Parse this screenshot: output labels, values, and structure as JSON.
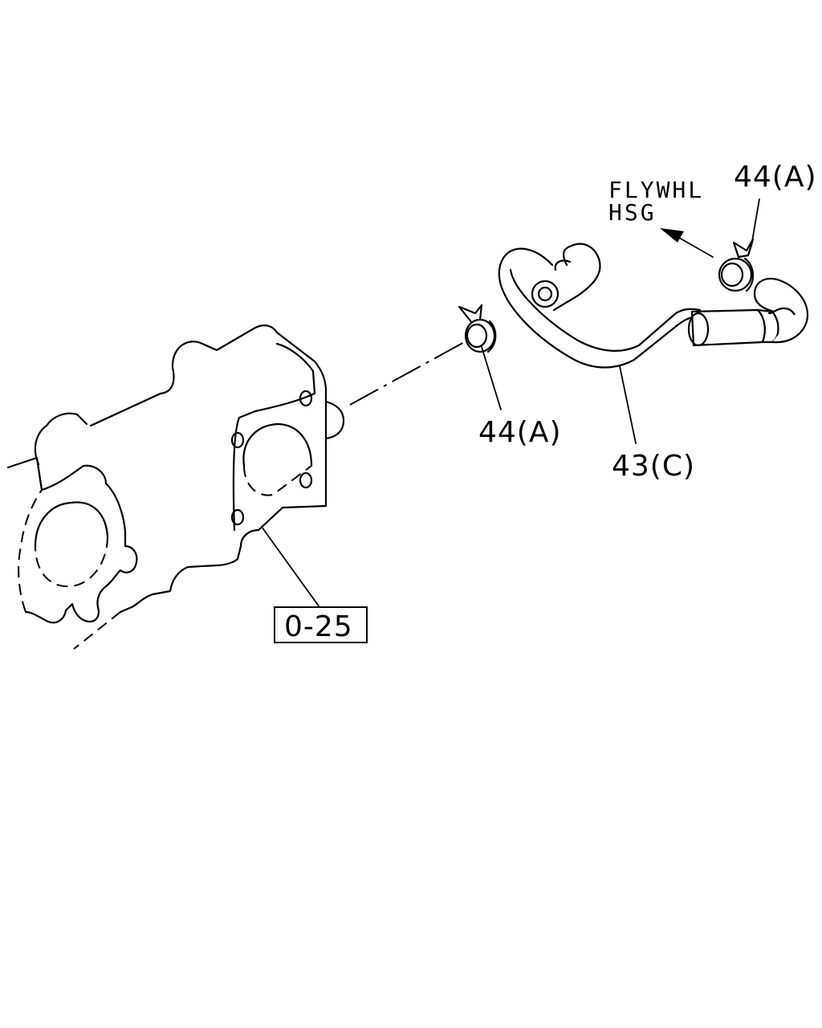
{
  "labels": {
    "clamp_top": "44(A)",
    "clamp_mid": "44(A)",
    "hose": "43(C)",
    "ref_box": "0-25",
    "direction_line1": "FLYWHL",
    "direction_line2": "HSG"
  },
  "colors": {
    "ink": "#000000",
    "background": "#ffffff"
  }
}
